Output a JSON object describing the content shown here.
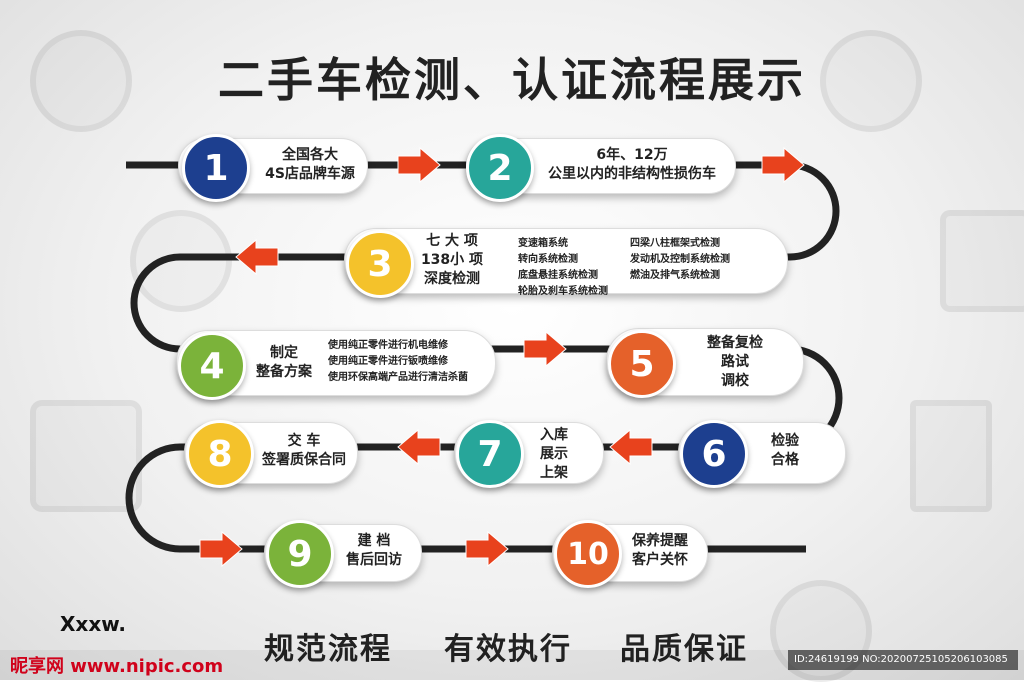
{
  "title": "二手车检测、认证流程展示",
  "colors": {
    "navy": "#1d3f8f",
    "teal": "#27a69a",
    "yellow": "#f4c22b",
    "green": "#7bb33a",
    "orange": "#e5612a",
    "arrow": "#e8421d"
  },
  "steps": {
    "s1": {
      "num": "1",
      "line1": "全国各大",
      "line2": "4S店品牌车源"
    },
    "s2": {
      "num": "2",
      "line1": "6年、12万",
      "line2": "公里以内的非结构性损伤车"
    },
    "s3": {
      "num": "3",
      "line1": "七 大 项",
      "line2": "138小 项",
      "line3": "深度检测",
      "details": [
        "变速箱系统",
        "转向系统检测",
        "底盘悬挂系统检测",
        "轮胎及刹车系统检测",
        "四梁八柱框架式检测",
        "发动机及控制系统检测",
        "燃油及排气系统检测"
      ]
    },
    "s4": {
      "num": "4",
      "line1": "制定",
      "line2": "整备方案",
      "details": [
        "使用纯正零件进行机电维修",
        "使用纯正零件进行钣喷维修",
        "使用环保高端产品进行清洁杀菌"
      ]
    },
    "s5": {
      "num": "5",
      "line1": "整备复检",
      "line2": "路试",
      "line3": "调校"
    },
    "s6": {
      "num": "6",
      "line1": "检验",
      "line2": "合格"
    },
    "s7": {
      "num": "7",
      "line1": "入库",
      "line2": "展示",
      "line3": "上架"
    },
    "s8": {
      "num": "8",
      "line1": "交  车",
      "line2": "签署质保合同"
    },
    "s9": {
      "num": "9",
      "line1": "建  档",
      "line2": "售后回访"
    },
    "s10": {
      "num": "10",
      "line1": "保养提醒",
      "line2": "客户关怀"
    }
  },
  "slogans": [
    "规范流程",
    "有效执行",
    "品质保证"
  ],
  "mark": "Xxxw.",
  "footer": {
    "site": "昵享网 www.nipic.com",
    "id": "ID:24619199 NO:20200725105206103085"
  }
}
